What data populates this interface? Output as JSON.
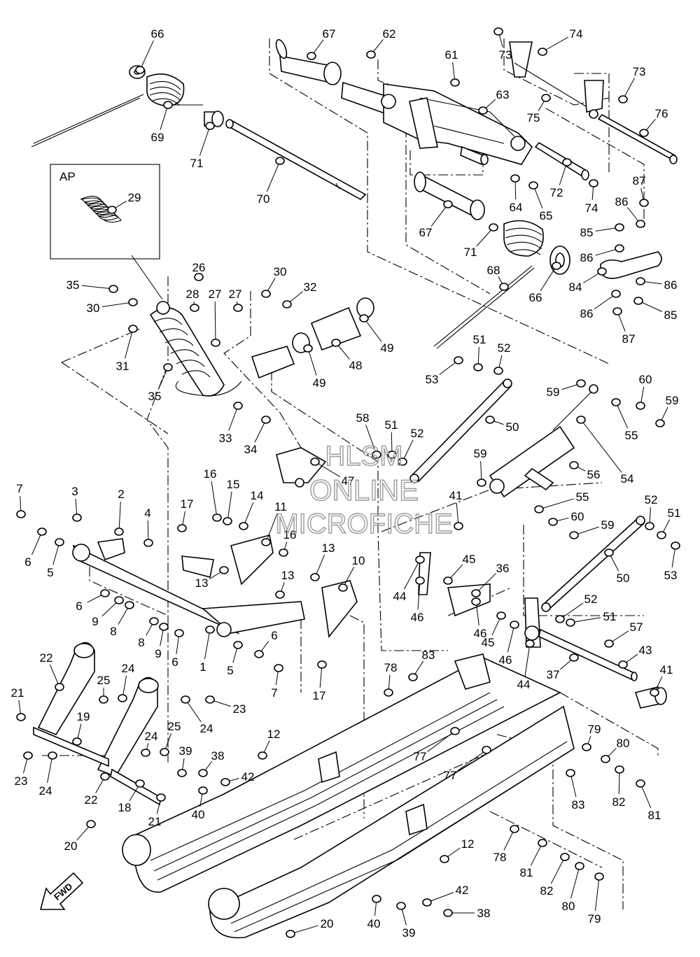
{
  "callouts": [
    {
      "n": "66",
      "t": [
        225,
        48
      ],
      "p": [
        200,
        100
      ]
    },
    {
      "n": "67",
      "t": [
        470,
        48
      ],
      "p": [
        445,
        80
      ]
    },
    {
      "n": "62",
      "t": [
        556,
        48
      ],
      "p": [
        530,
        78
      ]
    },
    {
      "n": "61",
      "t": [
        645,
        78
      ],
      "p": [
        650,
        118
      ]
    },
    {
      "n": "73",
      "t": [
        722,
        78
      ],
      "p": [
        712,
        45
      ]
    },
    {
      "n": "74",
      "t": [
        823,
        48
      ],
      "p": [
        775,
        74
      ]
    },
    {
      "n": "73",
      "t": [
        913,
        102
      ],
      "p": [
        890,
        142
      ]
    },
    {
      "n": "75",
      "t": [
        762,
        168
      ],
      "p": [
        780,
        140
      ]
    },
    {
      "n": "63",
      "t": [
        718,
        135
      ],
      "p": [
        690,
        158
      ]
    },
    {
      "n": "76",
      "t": [
        945,
        162
      ],
      "p": [
        920,
        190
      ]
    },
    {
      "n": "69",
      "t": [
        225,
        196
      ],
      "p": [
        240,
        150
      ]
    },
    {
      "n": "71",
      "t": [
        281,
        233
      ],
      "p": [
        300,
        180
      ]
    },
    {
      "n": "70",
      "t": [
        376,
        284
      ],
      "p": [
        400,
        230
      ]
    },
    {
      "n": "64",
      "t": [
        737,
        296
      ],
      "p": [
        736,
        255
      ]
    },
    {
      "n": "65",
      "t": [
        780,
        308
      ],
      "p": [
        762,
        265
      ]
    },
    {
      "n": "72",
      "t": [
        795,
        275
      ],
      "p": [
        810,
        232
      ]
    },
    {
      "n": "74",
      "t": [
        845,
        297
      ],
      "p": [
        848,
        262
      ]
    },
    {
      "n": "87",
      "t": [
        913,
        258
      ],
      "p": [
        920,
        290
      ]
    },
    {
      "n": "86",
      "t": [
        888,
        288
      ],
      "p": [
        915,
        320
      ]
    },
    {
      "n": "85",
      "t": [
        838,
        332
      ],
      "p": [
        885,
        325
      ]
    },
    {
      "n": "86",
      "t": [
        838,
        368
      ],
      "p": [
        885,
        355
      ]
    },
    {
      "n": "84",
      "t": [
        822,
        410
      ],
      "p": [
        860,
        388
      ]
    },
    {
      "n": "86",
      "t": [
        958,
        407
      ],
      "p": [
        915,
        402
      ]
    },
    {
      "n": "86",
      "t": [
        838,
        448
      ],
      "p": [
        880,
        420
      ]
    },
    {
      "n": "85",
      "t": [
        958,
        450
      ],
      "p": [
        912,
        430
      ]
    },
    {
      "n": "87",
      "t": [
        898,
        484
      ],
      "p": [
        882,
        445
      ]
    },
    {
      "n": "29",
      "t": [
        192,
        282
      ],
      "p": [
        160,
        300
      ]
    },
    {
      "n": "67",
      "t": [
        608,
        332
      ],
      "p": [
        640,
        292
      ]
    },
    {
      "n": "71",
      "t": [
        672,
        360
      ],
      "p": [
        705,
        325
      ]
    },
    {
      "n": "68",
      "t": [
        705,
        386
      ],
      "p": [
        720,
        410
      ]
    },
    {
      "n": "66",
      "t": [
        765,
        425
      ],
      "p": [
        795,
        380
      ]
    },
    {
      "n": "26",
      "t": [
        284,
        382
      ],
      "p": [
        284,
        396
      ]
    },
    {
      "n": "28",
      "t": [
        275,
        420
      ],
      "p": [
        278,
        440
      ]
    },
    {
      "n": "27",
      "t": [
        307,
        420
      ],
      "p": [
        308,
        490
      ]
    },
    {
      "n": "27",
      "t": [
        336,
        420
      ],
      "p": [
        340,
        440
      ]
    },
    {
      "n": "35",
      "t": [
        104,
        407
      ],
      "p": [
        162,
        413
      ]
    },
    {
      "n": "30",
      "t": [
        133,
        440
      ],
      "p": [
        190,
        432
      ]
    },
    {
      "n": "30",
      "t": [
        400,
        388
      ],
      "p": [
        380,
        420
      ]
    },
    {
      "n": "32",
      "t": [
        443,
        410
      ],
      "p": [
        410,
        435
      ]
    },
    {
      "n": "49",
      "t": [
        553,
        497
      ],
      "p": [
        520,
        455
      ]
    },
    {
      "n": "48",
      "t": [
        508,
        522
      ],
      "p": [
        480,
        490
      ]
    },
    {
      "n": "49",
      "t": [
        456,
        547
      ],
      "p": [
        440,
        498
      ]
    },
    {
      "n": "31",
      "t": [
        175,
        523
      ],
      "p": [
        190,
        470
      ]
    },
    {
      "n": "35",
      "t": [
        221,
        566
      ],
      "p": [
        240,
        525
      ]
    },
    {
      "n": "33",
      "t": [
        322,
        626
      ],
      "p": [
        340,
        580
      ]
    },
    {
      "n": "34",
      "t": [
        358,
        642
      ],
      "p": [
        380,
        600
      ]
    },
    {
      "n": "51",
      "t": [
        685,
        485
      ],
      "p": [
        683,
        525
      ]
    },
    {
      "n": "52",
      "t": [
        720,
        497
      ],
      "p": [
        712,
        530
      ]
    },
    {
      "n": "53",
      "t": [
        617,
        542
      ],
      "p": [
        655,
        515
      ]
    },
    {
      "n": "50",
      "t": [
        732,
        610
      ],
      "p": [
        700,
        600
      ]
    },
    {
      "n": "59",
      "t": [
        790,
        560
      ],
      "p": [
        830,
        548
      ]
    },
    {
      "n": "60",
      "t": [
        922,
        542
      ],
      "p": [
        915,
        580
      ]
    },
    {
      "n": "59",
      "t": [
        960,
        572
      ],
      "p": [
        943,
        605
      ]
    },
    {
      "n": "55",
      "t": [
        902,
        622
      ],
      "p": [
        880,
        575
      ]
    },
    {
      "n": "58",
      "t": [
        518,
        597
      ],
      "p": [
        538,
        650
      ]
    },
    {
      "n": "51",
      "t": [
        559,
        607
      ],
      "p": [
        560,
        650
      ]
    },
    {
      "n": "52",
      "t": [
        596,
        619
      ],
      "p": [
        575,
        660
      ]
    },
    {
      "n": "47",
      "t": [
        497,
        687
      ],
      "p": [
        450,
        660
      ]
    },
    {
      "n": "59",
      "t": [
        686,
        648
      ],
      "p": [
        688,
        690
      ]
    },
    {
      "n": "56",
      "t": [
        848,
        678
      ],
      "p": [
        820,
        665
      ]
    },
    {
      "n": "54",
      "t": [
        896,
        684
      ],
      "p": [
        830,
        600
      ]
    },
    {
      "n": "55",
      "t": [
        832,
        710
      ],
      "p": [
        770,
        728
      ]
    },
    {
      "n": "60",
      "t": [
        825,
        738
      ],
      "p": [
        790,
        746
      ]
    },
    {
      "n": "59",
      "t": [
        868,
        750
      ],
      "p": [
        820,
        765
      ]
    },
    {
      "n": "41",
      "t": [
        651,
        708
      ],
      "p": [
        655,
        752
      ]
    },
    {
      "n": "52",
      "t": [
        930,
        714
      ],
      "p": [
        928,
        752
      ]
    },
    {
      "n": "51",
      "t": [
        963,
        733
      ],
      "p": [
        945,
        765
      ]
    },
    {
      "n": "53",
      "t": [
        958,
        822
      ],
      "p": [
        965,
        780
      ]
    },
    {
      "n": "50",
      "t": [
        890,
        826
      ],
      "p": [
        870,
        790
      ]
    },
    {
      "n": "7",
      "t": [
        28,
        698
      ],
      "p": [
        30,
        735
      ]
    },
    {
      "n": "3",
      "t": [
        107,
        702
      ],
      "p": [
        110,
        740
      ]
    },
    {
      "n": "2",
      "t": [
        173,
        706
      ],
      "p": [
        170,
        760
      ]
    },
    {
      "n": "4",
      "t": [
        211,
        733
      ],
      "p": [
        212,
        776
      ]
    },
    {
      "n": "16",
      "t": [
        300,
        677
      ],
      "p": [
        310,
        740
      ]
    },
    {
      "n": "15",
      "t": [
        333,
        692
      ],
      "p": [
        325,
        745
      ]
    },
    {
      "n": "14",
      "t": [
        367,
        708
      ],
      "p": [
        348,
        752
      ]
    },
    {
      "n": "11",
      "t": [
        401,
        724
      ],
      "p": [
        380,
        775
      ]
    },
    {
      "n": "17",
      "t": [
        267,
        720
      ],
      "p": [
        260,
        755
      ]
    },
    {
      "n": "16",
      "t": [
        414,
        764
      ],
      "p": [
        405,
        790
      ]
    },
    {
      "n": "6",
      "t": [
        40,
        803
      ],
      "p": [
        60,
        760
      ]
    },
    {
      "n": "5",
      "t": [
        72,
        818
      ],
      "p": [
        85,
        775
      ]
    },
    {
      "n": "13",
      "t": [
        288,
        833
      ],
      "p": [
        320,
        815
      ]
    },
    {
      "n": "13",
      "t": [
        469,
        783
      ],
      "p": [
        450,
        825
      ]
    },
    {
      "n": "10",
      "t": [
        512,
        801
      ],
      "p": [
        490,
        840
      ]
    },
    {
      "n": "13",
      "t": [
        411,
        822
      ],
      "p": [
        400,
        850
      ]
    },
    {
      "n": "45",
      "t": [
        670,
        799
      ],
      "p": [
        640,
        830
      ]
    },
    {
      "n": "36",
      "t": [
        718,
        812
      ],
      "p": [
        680,
        848
      ]
    },
    {
      "n": "44",
      "t": [
        571,
        852
      ],
      "p": [
        600,
        800
      ]
    },
    {
      "n": "46",
      "t": [
        596,
        882
      ],
      "p": [
        600,
        830
      ]
    },
    {
      "n": "46",
      "t": [
        686,
        905
      ],
      "p": [
        680,
        860
      ]
    },
    {
      "n": "45",
      "t": [
        697,
        918
      ],
      "p": [
        716,
        880
      ]
    },
    {
      "n": "46",
      "t": [
        722,
        943
      ],
      "p": [
        735,
        893
      ]
    },
    {
      "n": "44",
      "t": [
        748,
        978
      ],
      "p": [
        757,
        920
      ]
    },
    {
      "n": "6",
      "t": [
        113,
        866
      ],
      "p": [
        150,
        848
      ]
    },
    {
      "n": "9",
      "t": [
        136,
        888
      ],
      "p": [
        170,
        858
      ]
    },
    {
      "n": "8",
      "t": [
        162,
        902
      ],
      "p": [
        185,
        865
      ]
    },
    {
      "n": "8",
      "t": [
        202,
        918
      ],
      "p": [
        220,
        888
      ]
    },
    {
      "n": "9",
      "t": [
        226,
        934
      ],
      "p": [
        234,
        896
      ]
    },
    {
      "n": "6",
      "t": [
        250,
        946
      ],
      "p": [
        256,
        905
      ]
    },
    {
      "n": "1",
      "t": [
        290,
        953
      ],
      "p": [
        300,
        900
      ]
    },
    {
      "n": "6",
      "t": [
        392,
        908
      ],
      "p": [
        370,
        935
      ]
    },
    {
      "n": "5",
      "t": [
        329,
        958
      ],
      "p": [
        340,
        922
      ]
    },
    {
      "n": "7",
      "t": [
        392,
        990
      ],
      "p": [
        398,
        955
      ]
    },
    {
      "n": "17",
      "t": [
        456,
        994
      ],
      "p": [
        460,
        950
      ]
    },
    {
      "n": "52",
      "t": [
        844,
        856
      ],
      "p": [
        800,
        885
      ]
    },
    {
      "n": "51",
      "t": [
        871,
        881
      ],
      "p": [
        815,
        890
      ]
    },
    {
      "n": "57",
      "t": [
        909,
        896
      ],
      "p": [
        870,
        920
      ]
    },
    {
      "n": "43",
      "t": [
        922,
        929
      ],
      "p": [
        890,
        950
      ]
    },
    {
      "n": "37",
      "t": [
        790,
        964
      ],
      "p": [
        820,
        940
      ]
    },
    {
      "n": "41",
      "t": [
        952,
        957
      ],
      "p": [
        935,
        990
      ]
    },
    {
      "n": "22",
      "t": [
        66,
        940
      ],
      "p": [
        85,
        982
      ]
    },
    {
      "n": "24",
      "t": [
        183,
        955
      ],
      "p": [
        175,
        998
      ]
    },
    {
      "n": "25",
      "t": [
        148,
        972
      ],
      "p": [
        148,
        1000
      ]
    },
    {
      "n": "21",
      "t": [
        25,
        990
      ],
      "p": [
        30,
        1025
      ]
    },
    {
      "n": "23",
      "t": [
        342,
        1013
      ],
      "p": [
        300,
        1000
      ]
    },
    {
      "n": "24",
      "t": [
        295,
        1041
      ],
      "p": [
        265,
        1000
      ]
    },
    {
      "n": "19",
      "t": [
        119,
        1024
      ],
      "p": [
        110,
        1060
      ]
    },
    {
      "n": "24",
      "t": [
        216,
        1052
      ],
      "p": [
        208,
        1076
      ]
    },
    {
      "n": "25",
      "t": [
        249,
        1038
      ],
      "p": [
        235,
        1075
      ]
    },
    {
      "n": "39",
      "t": [
        265,
        1073
      ],
      "p": [
        260,
        1105
      ]
    },
    {
      "n": "38",
      "t": [
        311,
        1080
      ],
      "p": [
        290,
        1105
      ]
    },
    {
      "n": "42",
      "t": [
        354,
        1110
      ],
      "p": [
        322,
        1118
      ]
    },
    {
      "n": "12",
      "t": [
        391,
        1049
      ],
      "p": [
        375,
        1080
      ]
    },
    {
      "n": "78",
      "t": [
        558,
        954
      ],
      "p": [
        555,
        990
      ]
    },
    {
      "n": "83",
      "t": [
        612,
        936
      ],
      "p": [
        590,
        968
      ]
    },
    {
      "n": "77",
      "t": [
        600,
        1081
      ],
      "p": [
        650,
        1045
      ]
    },
    {
      "n": "77",
      "t": [
        643,
        1108
      ],
      "p": [
        695,
        1072
      ]
    },
    {
      "n": "79",
      "t": [
        849,
        1042
      ],
      "p": [
        838,
        1068
      ]
    },
    {
      "n": "80",
      "t": [
        890,
        1062
      ],
      "p": [
        865,
        1085
      ]
    },
    {
      "n": "83",
      "t": [
        826,
        1150
      ],
      "p": [
        815,
        1105
      ]
    },
    {
      "n": "82",
      "t": [
        884,
        1146
      ],
      "p": [
        885,
        1100
      ]
    },
    {
      "n": "81",
      "t": [
        935,
        1165
      ],
      "p": [
        915,
        1120
      ]
    },
    {
      "n": "23",
      "t": [
        30,
        1116
      ],
      "p": [
        40,
        1080
      ]
    },
    {
      "n": "24",
      "t": [
        65,
        1130
      ],
      "p": [
        75,
        1080
      ]
    },
    {
      "n": "22",
      "t": [
        130,
        1143
      ],
      "p": [
        150,
        1110
      ]
    },
    {
      "n": "18",
      "t": [
        178,
        1154
      ],
      "p": [
        200,
        1120
      ]
    },
    {
      "n": "40",
      "t": [
        283,
        1164
      ],
      "p": [
        290,
        1130
      ]
    },
    {
      "n": "21",
      "t": [
        221,
        1174
      ],
      "p": [
        230,
        1140
      ]
    },
    {
      "n": "20",
      "t": [
        101,
        1209
      ],
      "p": [
        130,
        1178
      ]
    },
    {
      "n": "12",
      "t": [
        668,
        1206
      ],
      "p": [
        635,
        1228
      ]
    },
    {
      "n": "78",
      "t": [
        714,
        1225
      ],
      "p": [
        735,
        1185
      ]
    },
    {
      "n": "81",
      "t": [
        752,
        1247
      ],
      "p": [
        775,
        1205
      ]
    },
    {
      "n": "82",
      "t": [
        781,
        1273
      ],
      "p": [
        807,
        1225
      ]
    },
    {
      "n": "80",
      "t": [
        812,
        1295
      ],
      "p": [
        828,
        1238
      ]
    },
    {
      "n": "79",
      "t": [
        849,
        1313
      ],
      "p": [
        856,
        1253
      ]
    },
    {
      "n": "42",
      "t": [
        660,
        1272
      ],
      "p": [
        610,
        1290
      ]
    },
    {
      "n": "38",
      "t": [
        691,
        1305
      ],
      "p": [
        640,
        1305
      ]
    },
    {
      "n": "40",
      "t": [
        534,
        1320
      ],
      "p": [
        538,
        1285
      ]
    },
    {
      "n": "39",
      "t": [
        584,
        1333
      ],
      "p": [
        573,
        1295
      ]
    },
    {
      "n": "20",
      "t": [
        467,
        1320
      ],
      "p": [
        415,
        1335
      ]
    }
  ],
  "inset": {
    "label": "AP"
  },
  "fwd": {
    "label": "FWD"
  },
  "watermark": {
    "line1": "HLSM",
    "line2": "ONLINE",
    "line3": "MICROFICHE"
  }
}
